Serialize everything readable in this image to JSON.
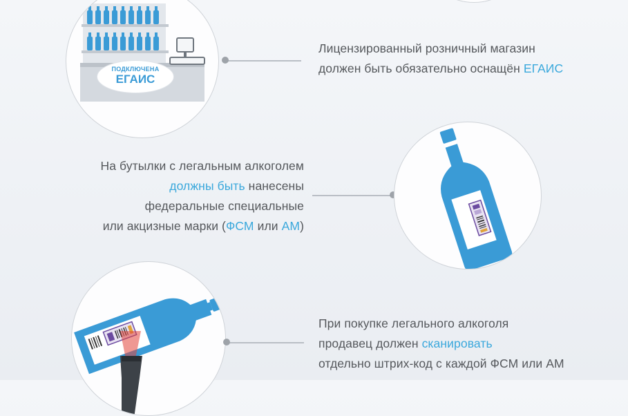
{
  "block1": {
    "badge_top": "ПОДКЛЮЧЕНА",
    "badge_main": "ЕГАИС",
    "text_line1": "Лицензированный розничный магазин",
    "text_line2_plain": "должен быть обязательно оснащён ",
    "text_line2_hl": "ЕГАИС"
  },
  "block2": {
    "line1": "На бутылки с легальным алкоголем",
    "line2_hl": "должны быть",
    "line2_plain": " нанесены",
    "line3": "федеральные специальные",
    "line4_a": "или акцизные марки (",
    "line4_hl1": "ФСМ",
    "line4_b": " или ",
    "line4_hl2": "АМ",
    "line4_c": ")"
  },
  "block3": {
    "line1": "При покупке легального алкоголя",
    "line2_plain": "продавец должен ",
    "line2_hl": "сканировать",
    "line3": "отдельно штрих-код с каждой ФСМ или АМ"
  },
  "colors": {
    "accent": "#3aa8dc",
    "text": "#55585c",
    "bottle": "#3a9bd6"
  }
}
